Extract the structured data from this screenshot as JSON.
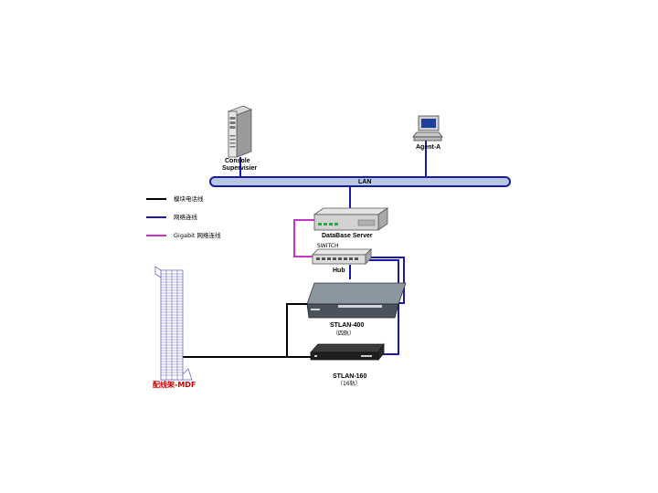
{
  "colors": {
    "telephone_line": "#000000",
    "network_line": "#1a1aaa",
    "gigabit_line": "#cc33cc",
    "lan_bus_fill": "#b8c8e0",
    "lan_bus_stroke": "#1a1aaa",
    "mdf_red": "#cc0000"
  },
  "legend": [
    {
      "label": "模块电话线",
      "line": "telephone_line"
    },
    {
      "label": "网络连线",
      "line": "network_line"
    },
    {
      "label": "Gigabit 网络连线",
      "line": "gigabit_line"
    }
  ],
  "nodes": {
    "console": {
      "label_line1": "Console",
      "label_line2": "Supervisier",
      "icon": "server-tower-icon"
    },
    "agent": {
      "label": "Agent-A",
      "icon": "desktop-computer-icon"
    },
    "lan": {
      "label": "LAN"
    },
    "database": {
      "label": "DataBase Server",
      "icon": "database-server-icon"
    },
    "hub": {
      "top_label": "SWITCH",
      "label": "Hub",
      "icon": "network-switch-icon"
    },
    "stlan400": {
      "label": "STLAN-400",
      "sublabel": "（四轨）",
      "icon": "stlan-400-device-icon"
    },
    "stlan160": {
      "label": "STLAN-160",
      "sublabel": "（16轨）",
      "icon": "stlan-160-device-icon"
    },
    "mdf": {
      "label": "配线架-MDF",
      "icon": "distribution-frame-icon"
    }
  }
}
